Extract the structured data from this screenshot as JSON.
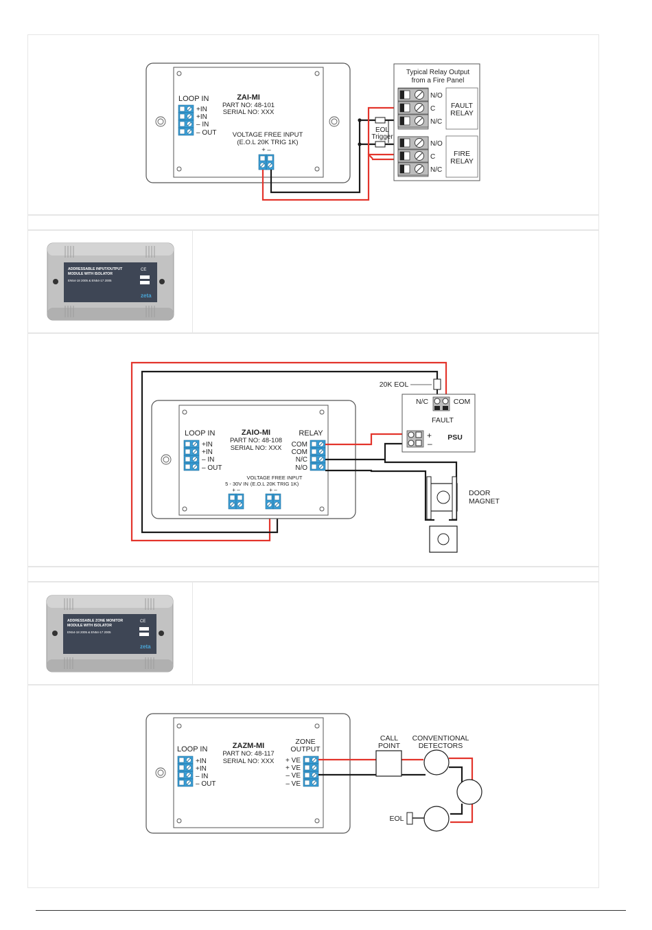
{
  "colors": {
    "red": "#e3342b",
    "black": "#1a1a1a",
    "terminal": "#3a9ed6",
    "module_border": "#555555",
    "photo_body": "#bcbcbc",
    "photo_label": "#3e4655",
    "brand": "#4aa6d8"
  },
  "diagram1": {
    "module_name": "ZAI-MI",
    "part_no": "PART NO: 48-101",
    "serial_no": "SERIAL NO: XXX",
    "loop_in": "LOOP IN",
    "loop_terminals": [
      "+IN",
      "+IN",
      "– IN",
      "– OUT"
    ],
    "input_title_1": "VOLTAGE FREE INPUT",
    "input_title_2": "(E.O.L 20K TRIG 1K)",
    "input_polarity": "+  –",
    "panel_title_1": "Typical Relay Output",
    "panel_title_2": "from a Fire Panel",
    "contacts": [
      "N/O",
      "C",
      "N/C"
    ],
    "fault_relay_1": "FAULT",
    "fault_relay_2": "RELAY",
    "fire_relay_1": "FIRE",
    "fire_relay_2": "RELAY",
    "eol_1": "EOL",
    "eol_2": "Trigger"
  },
  "photo1": {
    "title_1": "ADDRESSABLE INPUT/OUTPUT",
    "title_2": "MODULE WITH ISOLATOR",
    "standards": "EN54-18 2005 & EN54-17 2005",
    "ce": "CE",
    "brand": "zeta"
  },
  "diagram2": {
    "module_name": "ZAIO-MI",
    "part_no": "PART NO: 48-108",
    "serial_no": "SERIAL NO: XXX",
    "loop_in": "LOOP IN",
    "loop_terminals": [
      "+IN",
      "+IN",
      "– IN",
      "– OUT"
    ],
    "relay": "RELAY",
    "relay_terminals": [
      "COM",
      "COM",
      "N/C",
      "N/O"
    ],
    "supply_in": "5 - 30V IN",
    "input_title_1": "VOLTAGE FREE INPUT",
    "input_title_2": "(E.O.L 20K TRIG 1K)",
    "polarity": "+  –",
    "eol": "20K EOL",
    "psu_nc": "N/C",
    "psu_com": "COM",
    "fault": "FAULT",
    "psu": "PSU",
    "plus": "+",
    "minus": "–",
    "door_magnet_1": "DOOR",
    "door_magnet_2": "MAGNET"
  },
  "photo2": {
    "title_1": "ADDRESSABLE ZONE MONITOR",
    "title_2": "MODULE WITH ISOLATOR",
    "standards": "EN54-18 2005 & EN54-17 2005",
    "ce": "CE",
    "brand": "zeta"
  },
  "diagram3": {
    "module_name": "ZAZM-MI",
    "part_no": "PART NO: 48-117",
    "serial_no": "SERIAL NO: XXX",
    "loop_in": "LOOP IN",
    "loop_terminals": [
      "+IN",
      "+IN",
      "– IN",
      "– OUT"
    ],
    "zone_output_1": "ZONE",
    "zone_output_2": "OUTPUT",
    "zone_terminals": [
      "+ VE",
      "+ VE",
      "–  VE",
      "–  VE"
    ],
    "call_point_1": "CALL",
    "call_point_2": "POINT",
    "detectors_1": "CONVENTIONAL",
    "detectors_2": "DETECTORS",
    "eol": "EOL"
  }
}
